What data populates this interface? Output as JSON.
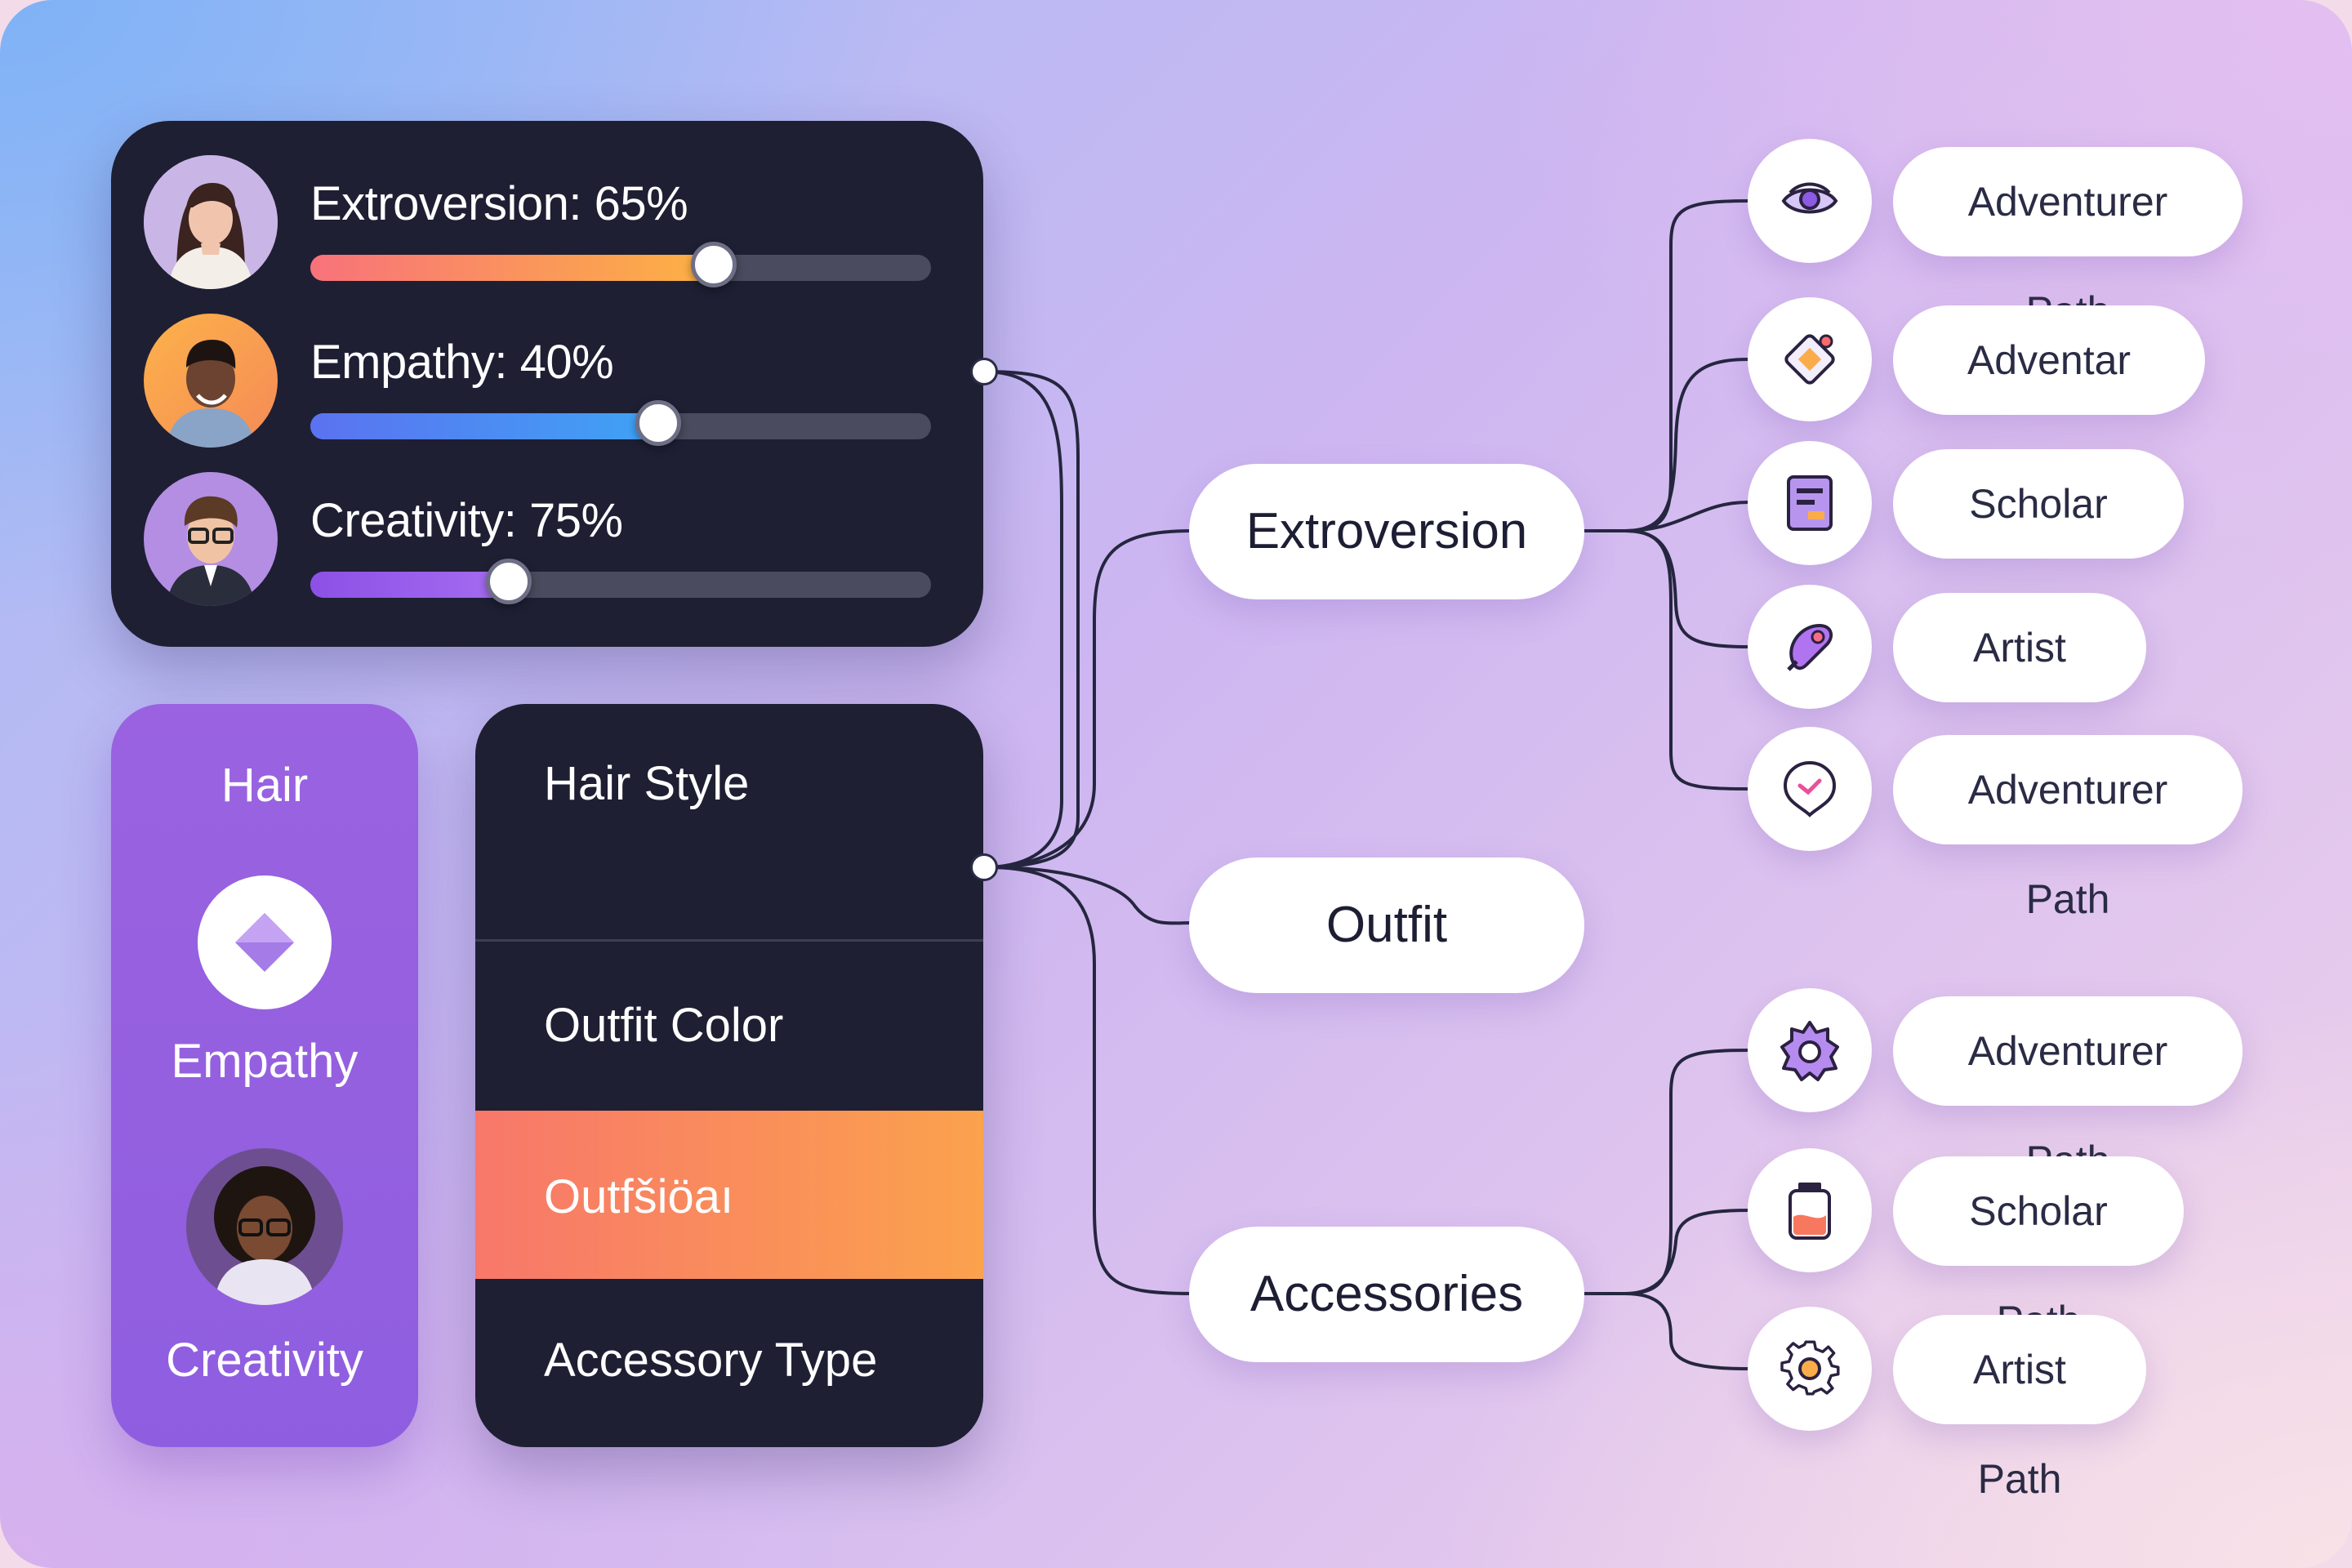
{
  "traits": [
    {
      "label": "Extroversion: 65%",
      "value": 0.65,
      "fill_from": "#f8727a",
      "fill_to": "#fcb243"
    },
    {
      "label": "Empathy: 40%",
      "value": 0.56,
      "fill_from": "#5b72f0",
      "fill_to": "#3fa3f5"
    },
    {
      "label": "Creativity: 75%",
      "value": 0.32,
      "fill_from": "#8d50e6",
      "fill_to": "#a66cf0"
    }
  ],
  "left_card": {
    "title": "Hair",
    "middle_label": "Empathy",
    "bottom_label": "Creativity",
    "badge_icon": "diamond-icon"
  },
  "options": {
    "hair_style": "Hair Style",
    "outfit_color": "Outfit Color",
    "outfit_highlight": "Outfšiöaı",
    "accessory_type": "Accessory Type"
  },
  "categories": {
    "extroversion": "Extroversion",
    "outfit": "Outfit",
    "accessories": "Accessories"
  },
  "paths": [
    {
      "label": "Adventurer Path",
      "icon": "layers-icon"
    },
    {
      "label": "Adventar Path",
      "icon": "diamond-tilted-icon"
    },
    {
      "label": "Scholar Path",
      "icon": "notebook-icon"
    },
    {
      "label": "Artist Path",
      "icon": "paintbrush-icon"
    },
    {
      "label": "Adventurer Path",
      "icon": "heart-badge-icon"
    },
    {
      "label": "Adventurer Path",
      "icon": "flower-gear-icon"
    },
    {
      "label": "Scholar Path",
      "icon": "paint-jar-icon"
    },
    {
      "label": "Artist Path",
      "icon": "gear-icon"
    }
  ],
  "colors": {
    "panel_dark": "#1e1f33",
    "accent_purple": "#9a62e0",
    "highlight_orange": "#fba24d",
    "connector": "#25263f"
  }
}
